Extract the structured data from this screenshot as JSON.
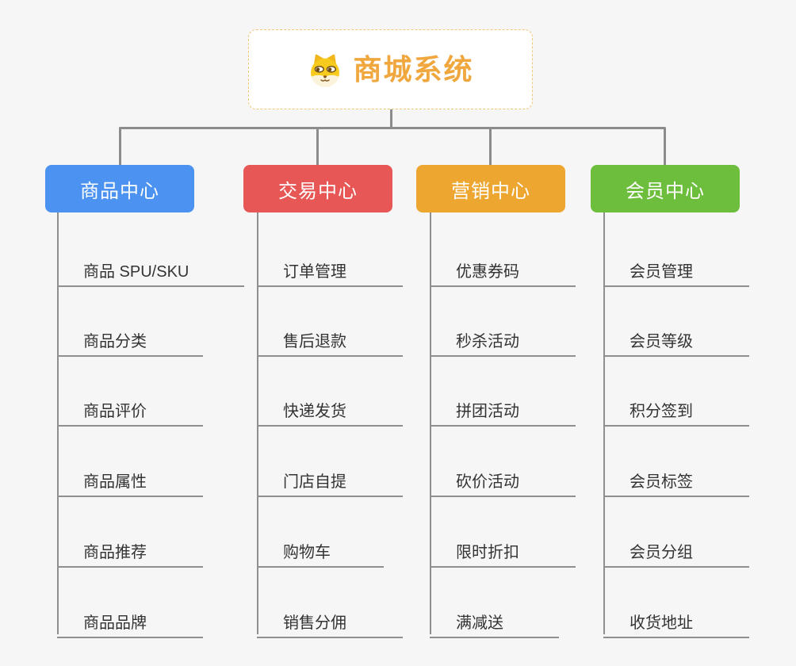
{
  "root": {
    "title": "商城系统",
    "icon": "doge-icon"
  },
  "branches": [
    {
      "label": "商品中心",
      "color": "#4c92f0",
      "children": [
        "商品 SPU/SKU",
        "商品分类",
        "商品评价",
        "商品属性",
        "商品推荐",
        "商品品牌"
      ]
    },
    {
      "label": "交易中心",
      "color": "#e65755",
      "children": [
        "订单管理",
        "售后退款",
        "快递发货",
        "门店自提",
        "购物车",
        "销售分佣"
      ]
    },
    {
      "label": "营销中心",
      "color": "#eda62f",
      "children": [
        "优惠券码",
        "秒杀活动",
        "拼团活动",
        "砍价活动",
        "限时折扣",
        "满减送"
      ]
    },
    {
      "label": "会员中心",
      "color": "#6cbe3c",
      "children": [
        "会员管理",
        "会员等级",
        "积分签到",
        "会员标签",
        "会员分组",
        "收货地址"
      ]
    }
  ],
  "colors": {
    "background": "#f6f6f6",
    "root_text": "#f0a73e",
    "root_border": "#f2c678",
    "connector": "#8c8c8c",
    "leaf_line": "#8f8f8f",
    "leaf_text": "#333333"
  }
}
